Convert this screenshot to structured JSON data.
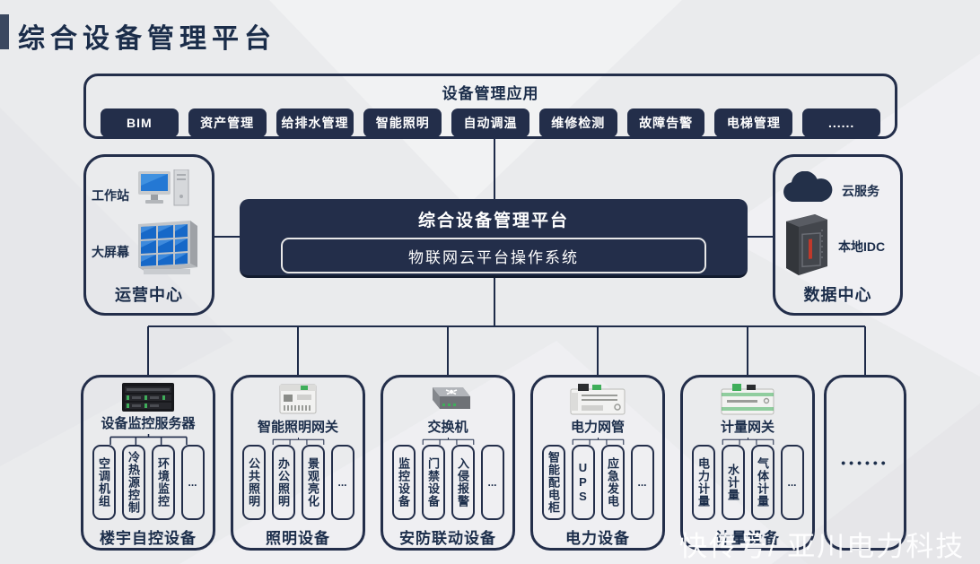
{
  "page": {
    "title": "综合设备管理平台",
    "watermark": "快传号/ 亚川电力科技",
    "more_devices_dots": "••••••"
  },
  "colors": {
    "navy": "#232e4a",
    "connector": "#1e2b49",
    "background": "#eaebed",
    "text": "#1b2d4a",
    "screen_blue": "#2478d4",
    "led_green": "#3fae5a",
    "led_red": "#c0392b"
  },
  "app_box": {
    "title": "设备管理应用",
    "buttons": [
      "BIM",
      "资产管理",
      "给排水管理",
      "智能照明",
      "自动调温",
      "维修检测",
      "故障告警",
      "电梯管理",
      "......"
    ]
  },
  "ops_center": {
    "caption": "运营中心",
    "items": [
      {
        "label": "工作站",
        "icon": "workstation-icon"
      },
      {
        "label": "大屏幕",
        "icon": "video-wall-icon"
      }
    ]
  },
  "platform": {
    "title": "综合设备管理平台",
    "subtitle": "物联网云平台操作系统"
  },
  "data_center": {
    "caption": "数据中心",
    "items": [
      {
        "label": "云服务",
        "icon": "cloud-icon"
      },
      {
        "label": "本地IDC",
        "icon": "idc-server-icon"
      }
    ]
  },
  "device_groups": [
    {
      "gateway": "设备监控服务器",
      "icon": "monitoring-server-icon",
      "children": [
        "空调机组",
        "冷热源控制",
        "环境监控",
        "..."
      ],
      "label": "楼宇自控设备"
    },
    {
      "gateway": "智能照明网关",
      "icon": "lighting-gateway-icon",
      "children": [
        "公共照明",
        "办公照明",
        "景观亮化",
        "..."
      ],
      "label": "照明设备"
    },
    {
      "gateway": "交换机",
      "icon": "switch-icon",
      "children": [
        "监控设备",
        "门禁设备",
        "入侵报警",
        "..."
      ],
      "label": "安防联动设备"
    },
    {
      "gateway": "电力网管",
      "icon": "power-gateway-icon",
      "children": [
        "智能配电柜",
        "UPS",
        "应急发电",
        "..."
      ],
      "label": "电力设备"
    },
    {
      "gateway": "计量网关",
      "icon": "metering-gateway-icon",
      "children": [
        "电力计量",
        "水计量",
        "气体计量",
        "..."
      ],
      "label": "计量设备"
    }
  ]
}
